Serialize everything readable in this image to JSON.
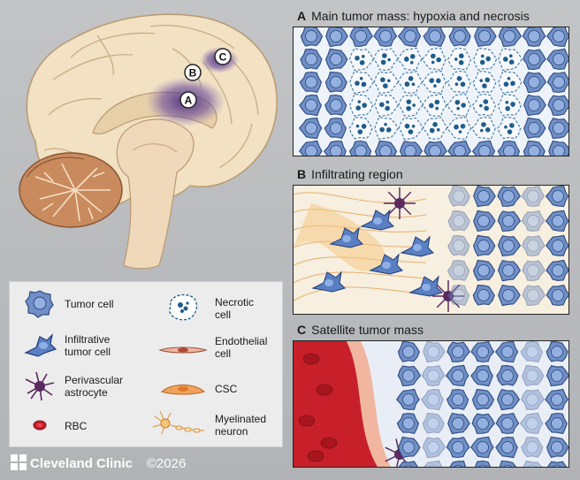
{
  "brain": {
    "markers": [
      "A",
      "B",
      "C"
    ]
  },
  "panels": [
    {
      "letter": "A",
      "title": "Main tumor mass: hypoxia and necrosis"
    },
    {
      "letter": "B",
      "title": "Infiltrating region"
    },
    {
      "letter": "C",
      "title": "Satellite tumor mass"
    }
  ],
  "legend": {
    "items": [
      {
        "icon": "tumor-cell-icon",
        "label": "Tumor cell"
      },
      {
        "icon": "necrotic-cell-icon",
        "label": "Necrotic cell"
      },
      {
        "icon": "infiltrative-tumor-cell-icon",
        "label": "Infiltrative tumor cell"
      },
      {
        "icon": "endothelial-cell-icon",
        "label": "Endothelial cell"
      },
      {
        "icon": "perivascular-astrocyte-icon",
        "label": "Perivascular astrocyte"
      },
      {
        "icon": "csc-icon",
        "label": "CSC"
      },
      {
        "icon": "rbc-icon",
        "label": "RBC"
      },
      {
        "icon": "myelinated-neuron-icon",
        "label": "Myelinated neuron"
      }
    ]
  },
  "footer": {
    "brand": "Cleveland Clinic",
    "copyright": "©2026"
  },
  "colors": {
    "tumor_cell": "#6f8fc6",
    "tumor_nucleus": "#86a4d8",
    "astrocyte": "#5b2a5e",
    "csc": "#f0a35a",
    "rbc": "#c8202a",
    "brain": "#f3e3c8",
    "tumor_glow": "#6a4c9c"
  }
}
